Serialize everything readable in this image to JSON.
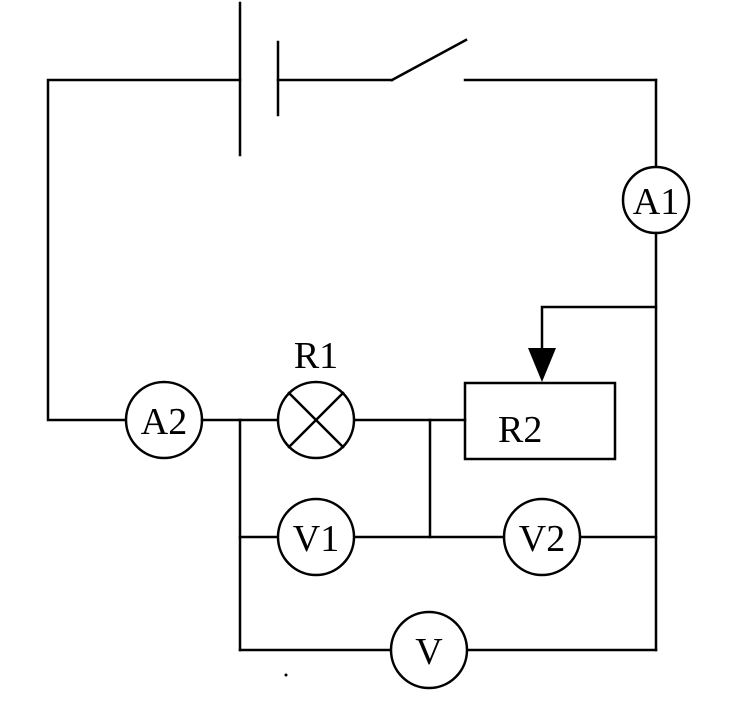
{
  "diagram": {
    "meters": {
      "a1": "A1",
      "a2": "A2",
      "v1": "V1",
      "v2": "V2",
      "v": "V"
    },
    "lamp_label": "R1",
    "resistor_label": "R2",
    "colors": {
      "line": "#000000",
      "background": "#ffffff"
    }
  }
}
